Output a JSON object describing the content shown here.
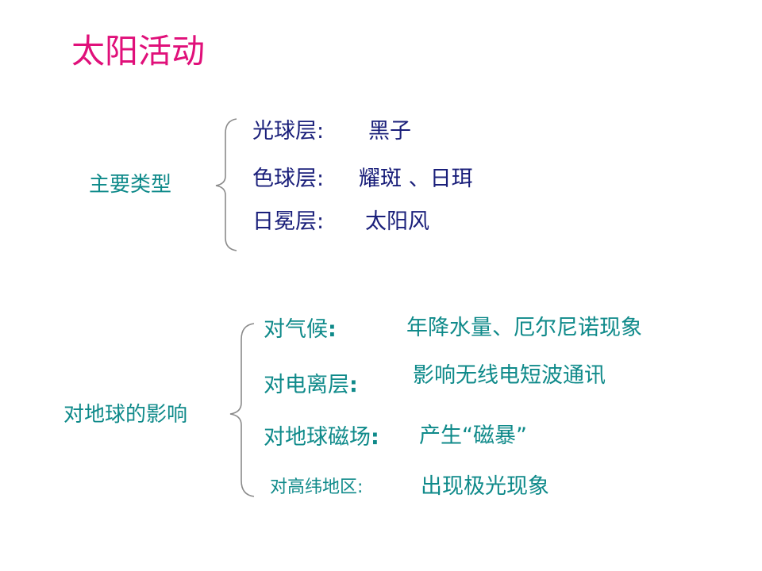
{
  "title": "太阳活动",
  "main_types": {
    "label": "主要类型",
    "items": [
      {
        "layer": "光球层:",
        "phenomenon": "黑子"
      },
      {
        "layer": "色球层:",
        "phenomenon": "耀斑 、日珥"
      },
      {
        "layer": "日冕层:",
        "phenomenon": "太阳风"
      }
    ]
  },
  "effects": {
    "label": "对地球的影响",
    "items": [
      {
        "target": "对气候",
        "colon": ":",
        "effect": "年降水量、厄尔尼诺现象"
      },
      {
        "target": "对电离层",
        "colon": ":",
        "effect": "影响无线电短波通讯"
      },
      {
        "target": "对地球磁场",
        "colon": ":",
        "effect": "产生“磁暴”"
      },
      {
        "target": "对高纬地区",
        "colon": ":",
        "effect": "出现极光现象"
      }
    ]
  },
  "colors": {
    "title": "#e0107a",
    "teal": "#0f8a8a",
    "navy": "#1a1f7a",
    "brace": "#8a8a8a"
  }
}
